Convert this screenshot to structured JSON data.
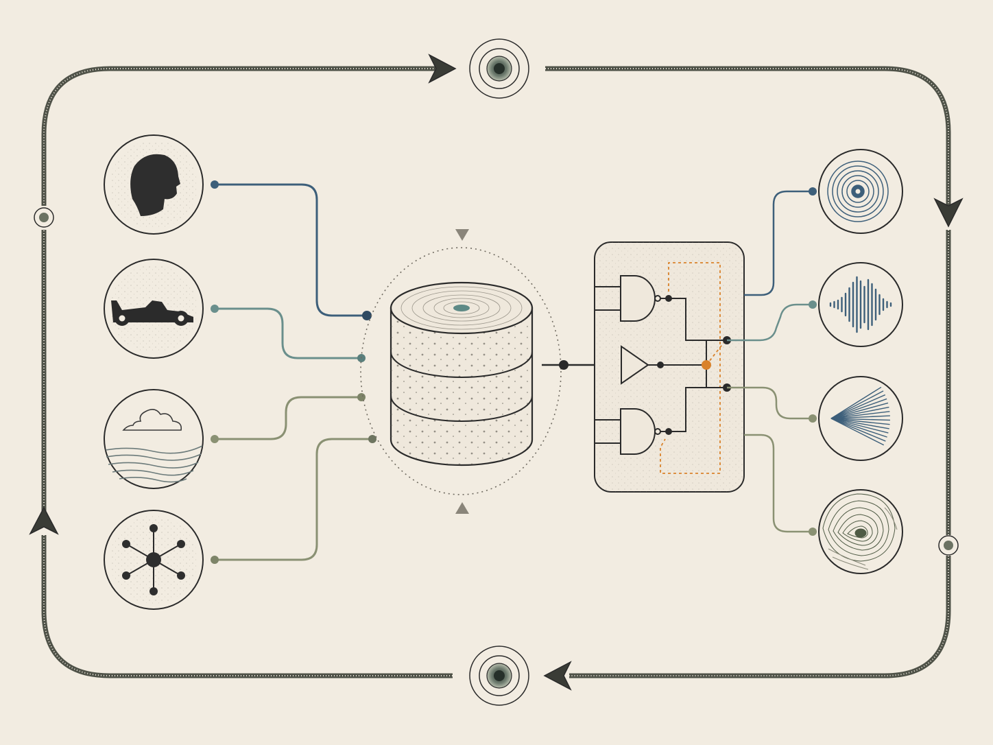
{
  "diagram": {
    "labels": [],
    "colors": {
      "background": "#f2ece1",
      "ink": "#2a2a2a",
      "loop": "#5c5f52",
      "blue": "#3d5f7a",
      "teal": "#6a8f8c",
      "olive": "#8a9173",
      "orange": "#d9822b"
    },
    "inputs": [
      {
        "icon": "human-head-icon",
        "color": "blue"
      },
      {
        "icon": "race-car-icon",
        "color": "teal"
      },
      {
        "icon": "cloud-over-sea-icon",
        "color": "olive"
      },
      {
        "icon": "network-graph-icon",
        "color": "olive"
      }
    ],
    "central": {
      "icon": "database-cylinder-icon"
    },
    "processor": {
      "icon": "logic-gate-circuit-icon",
      "gates": [
        "nand-gate",
        "buffer-gate",
        "nand-gate"
      ]
    },
    "outputs": [
      {
        "icon": "concentric-rings-icon",
        "color": "blue"
      },
      {
        "icon": "sound-wave-icon",
        "color": "blue"
      },
      {
        "icon": "ray-fan-icon",
        "color": "blue"
      },
      {
        "icon": "contour-map-icon",
        "color": "olive"
      }
    ],
    "loop": {
      "direction": "clockwise",
      "nodes": [
        "top-node",
        "bottom-node",
        "left-node",
        "right-node"
      ]
    }
  }
}
